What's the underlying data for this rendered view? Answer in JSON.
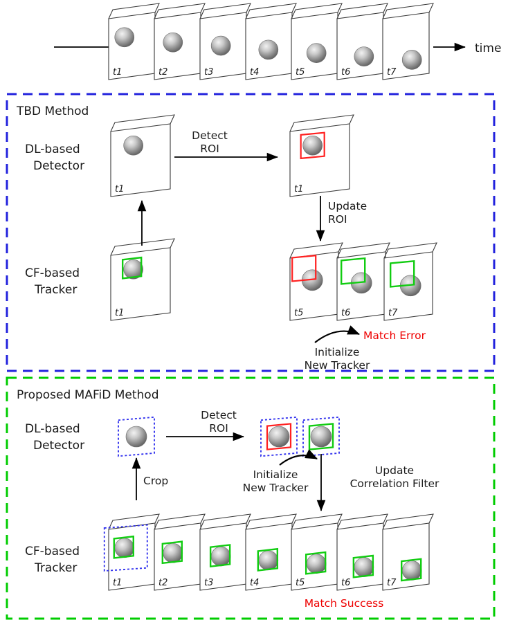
{
  "figure": {
    "title": "TBD vs Proposed MAFiD tracking pipeline diagram",
    "background": "#ffffff",
    "colors": {
      "tbd_panel": "#2222dd",
      "mafid_panel": "#00cc00",
      "roi_detect": "#ff2020",
      "roi_track": "#11cc11",
      "crop_patch": "#3333ee",
      "error_text": "#ee0000",
      "ink": "#1a1a1a"
    }
  },
  "timeline": {
    "name": "timeline-strip",
    "axis_label": "time",
    "frames": [
      {
        "label": "t1",
        "ball_x": 0.34,
        "ball_y": 0.34
      },
      {
        "label": "t2",
        "ball_x": 0.4,
        "ball_y": 0.43
      },
      {
        "label": "t3",
        "ball_x": 0.45,
        "ball_y": 0.49
      },
      {
        "label": "t4",
        "ball_x": 0.49,
        "ball_y": 0.56
      },
      {
        "label": "t5",
        "ball_x": 0.54,
        "ball_y": 0.62
      },
      {
        "label": "t6",
        "ball_x": 0.58,
        "ball_y": 0.68
      },
      {
        "label": "t7",
        "ball_x": 0.63,
        "ball_y": 0.74
      }
    ]
  },
  "tbd": {
    "section_title": "TBD Method",
    "row_detector_label": "DL-based\nDetector",
    "row_detector_label_line1": "DL-based",
    "row_detector_label_line2": "Detector",
    "row_tracker_label_line1": "CF-based",
    "row_tracker_label_line2": "Tracker",
    "arrows": {
      "detect_roi_line1": "Detect",
      "detect_roi_line2": "ROI",
      "update_roi_line1": "Update",
      "update_roi_line2": "ROI",
      "initialize_line1": "Initialize",
      "initialize_line2": "New Tracker"
    },
    "detector_input_frame": {
      "label": "t1",
      "box": "none"
    },
    "detector_output_frame": {
      "label": "t1",
      "box": "red"
    },
    "tracker_input_frame": {
      "label": "t1",
      "box": "green"
    },
    "tracker_result_frames": [
      {
        "label": "t5",
        "box": "red",
        "box_offset": "high-left"
      },
      {
        "label": "t6",
        "box": "green",
        "box_offset": "high-left"
      },
      {
        "label": "t7",
        "box": "green",
        "box_offset": "high-left"
      }
    ],
    "status": {
      "text": "Match Error",
      "color": "#ee0000"
    }
  },
  "mafid": {
    "section_title": "Proposed MAFiD Method",
    "row_detector_label_line1": "DL-based",
    "row_detector_label_line2": "Detector",
    "row_tracker_label_line1": "CF-based",
    "row_tracker_label_line2": "Tracker",
    "arrows": {
      "detect_roi_line1": "Detect",
      "detect_roi_line2": "ROI",
      "crop": "Crop",
      "initialize_line1": "Initialize",
      "initialize_line2": "New Tracker",
      "update_cf_line1": "Update",
      "update_cf_line2": "Correlation Filter"
    },
    "detector_input_patch": {
      "box": "none",
      "cropped": true
    },
    "detector_output_patches": [
      {
        "box": "red",
        "cropped": true
      },
      {
        "box": "green",
        "cropped": true
      }
    ],
    "tracker_frames": [
      {
        "label": "t1",
        "box": "green",
        "cropped": true
      },
      {
        "label": "t2",
        "box": "green",
        "cropped": false
      },
      {
        "label": "t3",
        "box": "green",
        "cropped": false
      },
      {
        "label": "t4",
        "box": "green",
        "cropped": false
      },
      {
        "label": "t5",
        "box": "green",
        "cropped": false
      },
      {
        "label": "t6",
        "box": "green",
        "cropped": false
      },
      {
        "label": "t7",
        "box": "green",
        "cropped": false
      }
    ],
    "status": {
      "text": "Match Success",
      "color": "#ee0000"
    }
  }
}
